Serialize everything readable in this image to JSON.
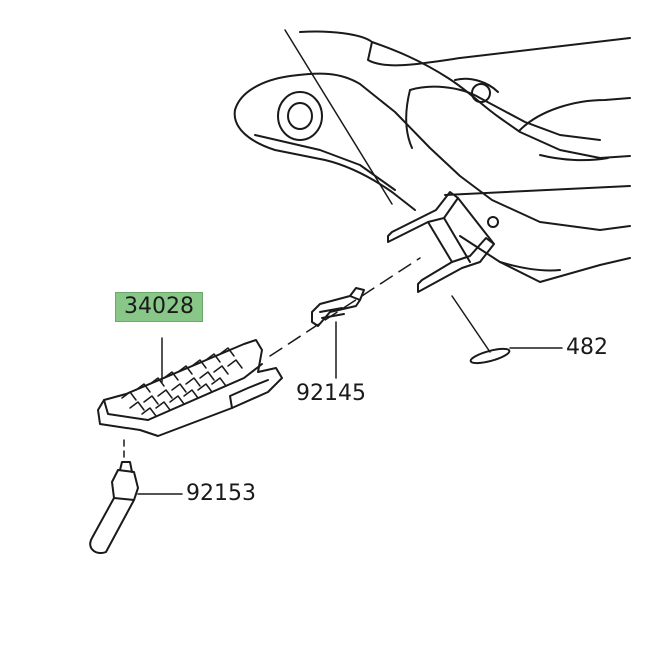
{
  "diagram": {
    "callouts": {
      "footpeg": {
        "part_number": "34028"
      },
      "snap_ring": {
        "part_number": "482"
      },
      "spring": {
        "part_number": "92145"
      },
      "pin": {
        "part_number": "92153"
      }
    },
    "highlight_color": "#88c788",
    "line_color": "#1a1a1a"
  }
}
